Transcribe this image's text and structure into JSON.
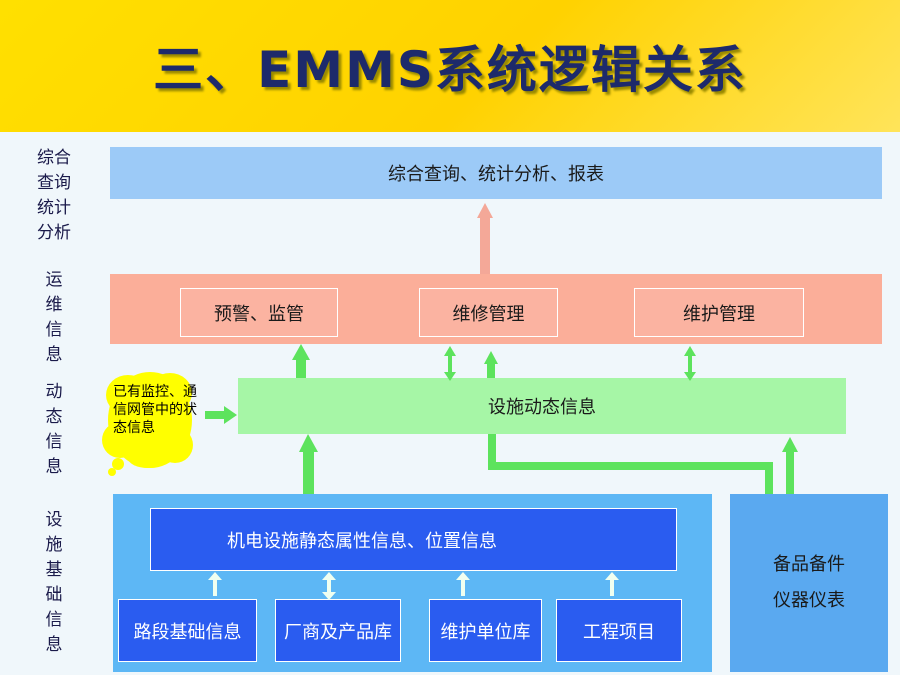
{
  "header": {
    "title": "三、EMMS系统逻辑关系"
  },
  "sidebar": {
    "query": "综合查询统计分析",
    "ops": "运维信息",
    "dynamic": "动态信息",
    "base": "设施基础信息"
  },
  "layers": {
    "query": "综合查询、统计分析、报表",
    "ops": [
      "预警、监管",
      "维修管理",
      "维护管理"
    ],
    "dynamic": "设施动态信息",
    "static": "机电设施静态属性信息、位置信息",
    "base_items": [
      "路段基础信息",
      "厂商及产品库",
      "维护单位库",
      "工程项目"
    ],
    "spare": [
      "备品备件",
      "仪器仪表"
    ]
  },
  "callout": "已有监控、通信网管中的状态信息",
  "colors": {
    "header": "#ffd800",
    "query": "#9ccaf7",
    "ops": "#fbae99",
    "dynamic": "#a6f6a6",
    "base": "#5db7f5",
    "static": "#2a5cf0",
    "arrow_green": "#5de35d",
    "arrow_pink": "#f4a898",
    "callout": "#ffff00"
  }
}
